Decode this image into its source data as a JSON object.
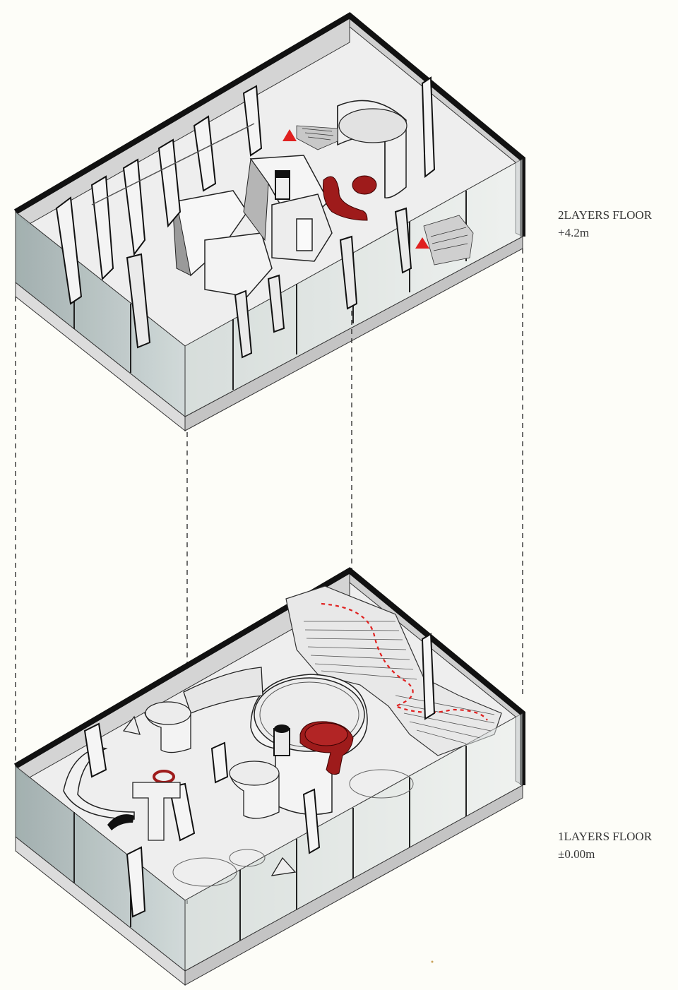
{
  "floors": {
    "upper": {
      "name": "2LAYERS FLOOR",
      "elevation": "+4.2m"
    },
    "lower": {
      "name": "1LAYERS FLOOR",
      "elevation": "±0.00m"
    }
  },
  "colors": {
    "background": "#fdfdf8",
    "floor": "#ececec",
    "wall_dark": "#111111",
    "wall_light": "#c9c9c9",
    "glass": "#a9b6b6",
    "accent_red": "#9e1b1b",
    "marker_red": "#e0201f",
    "dashed_line": "#222222"
  }
}
